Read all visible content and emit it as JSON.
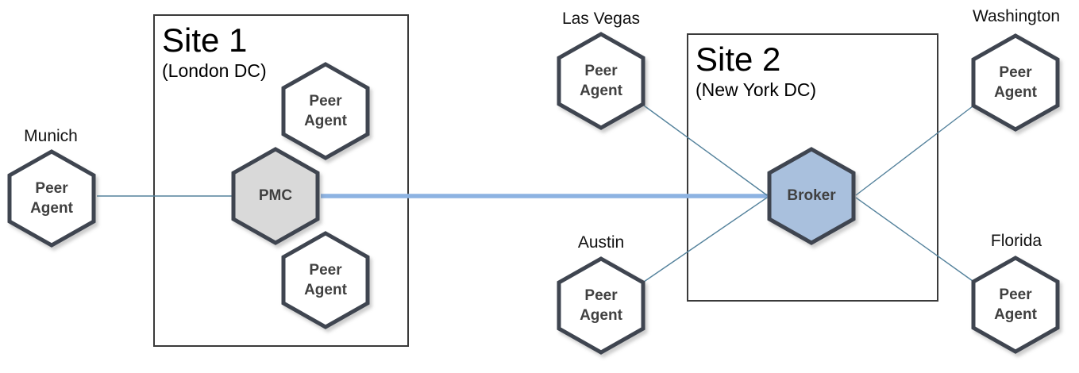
{
  "sites": {
    "site1": {
      "title": "Site 1",
      "subtitle": "(London DC)"
    },
    "site2": {
      "title": "Site 2",
      "subtitle": "(New York DC)"
    }
  },
  "nodes": {
    "munich_peer": {
      "label": "Peer Agent",
      "city": "Munich",
      "fill": "#FFFFFF"
    },
    "site1_peer_top": {
      "label": "Peer Agent",
      "fill": "#FFFFFF"
    },
    "pmc": {
      "label": "PMC",
      "fill": "#D9D9D9"
    },
    "site1_peer_bottom": {
      "label": "Peer Agent",
      "fill": "#FFFFFF"
    },
    "las_vegas_peer": {
      "label": "Peer Agent",
      "city": "Las Vegas",
      "fill": "#FFFFFF"
    },
    "washington_peer": {
      "label": "Peer Agent",
      "city": "Washington",
      "fill": "#FFFFFF"
    },
    "broker": {
      "label": "Broker",
      "fill": "#A9C0DD"
    },
    "austin_peer": {
      "label": "Peer Agent",
      "city": "Austin",
      "fill": "#FFFFFF"
    },
    "florida_peer": {
      "label": "Peer Agent",
      "city": "Florida",
      "fill": "#FFFFFF"
    }
  },
  "connections": [
    {
      "from": "Munich Peer Agent",
      "to": "PMC",
      "style": "thin"
    },
    {
      "from": "PMC",
      "to": "Broker",
      "style": "thick"
    },
    {
      "from": "Las Vegas Peer Agent",
      "to": "Broker",
      "style": "thin"
    },
    {
      "from": "Austin Peer Agent",
      "to": "Broker",
      "style": "thin"
    },
    {
      "from": "Broker",
      "to": "Washington Peer Agent",
      "style": "thin"
    },
    {
      "from": "Broker",
      "to": "Florida Peer Agent",
      "style": "thin"
    }
  ],
  "colors": {
    "hexagon_border": "#3F4550",
    "peer_fill": "#FFFFFF",
    "pmc_fill": "#D9D9D9",
    "broker_fill": "#A9C0DD",
    "connector_thin": "#54829C",
    "connector_thick": "#8DB3E2",
    "box_border": "#3A3A3A",
    "node_text": "#404040"
  }
}
